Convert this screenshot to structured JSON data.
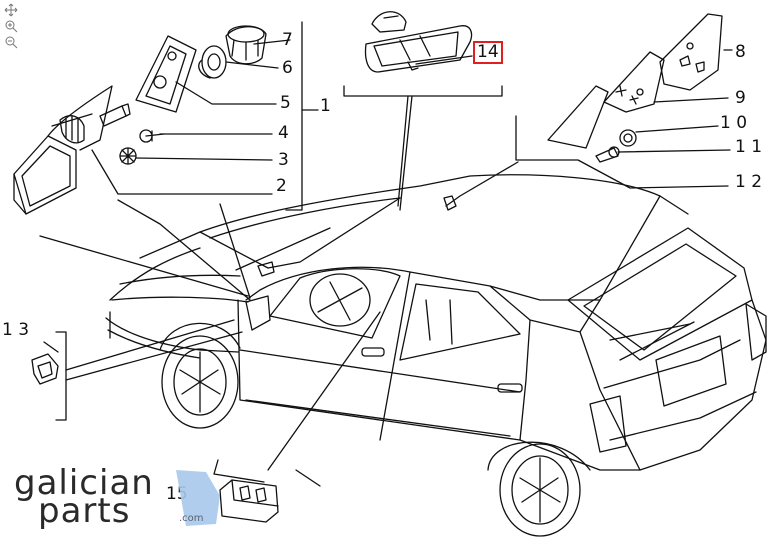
{
  "diagram": {
    "parts": [
      {
        "id": "p1",
        "label": "1",
        "highlighted": false
      },
      {
        "id": "p2",
        "label": "2",
        "highlighted": false
      },
      {
        "id": "p3",
        "label": "3",
        "highlighted": false
      },
      {
        "id": "p4",
        "label": "4",
        "highlighted": false
      },
      {
        "id": "p5",
        "label": "5",
        "highlighted": false
      },
      {
        "id": "p6",
        "label": "6",
        "highlighted": false
      },
      {
        "id": "p7",
        "label": "7",
        "highlighted": false
      },
      {
        "id": "p8",
        "label": "8",
        "highlighted": false
      },
      {
        "id": "p9",
        "label": "9",
        "highlighted": false
      },
      {
        "id": "p10",
        "label": "1 0",
        "highlighted": false
      },
      {
        "id": "p11",
        "label": "1 1",
        "highlighted": false
      },
      {
        "id": "p12",
        "label": "1 2",
        "highlighted": false
      },
      {
        "id": "p13",
        "label": "1 3",
        "highlighted": false
      },
      {
        "id": "p14",
        "label": "14",
        "highlighted": true
      },
      {
        "id": "p15",
        "label": "15",
        "highlighted": false
      }
    ],
    "highlight_color": "#e02020",
    "line_color": "#111111"
  },
  "toolbar": {
    "items": [
      {
        "name": "move-tool",
        "icon": "move-icon"
      },
      {
        "name": "zoom-in-tool",
        "icon": "zoom-in-icon"
      },
      {
        "name": "zoom-out-tool",
        "icon": "zoom-out-icon"
      }
    ]
  },
  "brand": {
    "line1": "galician",
    "line2": "parts",
    "suffix": ".com",
    "accent_color": "#a9c8ec"
  }
}
